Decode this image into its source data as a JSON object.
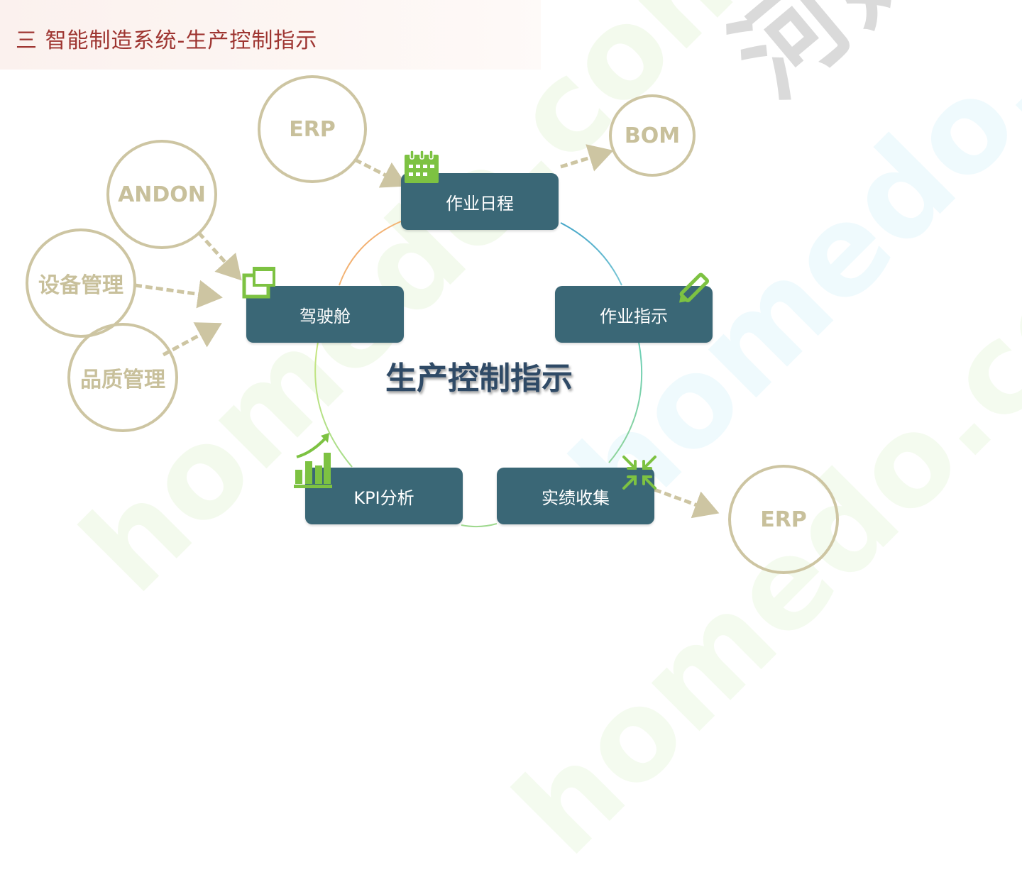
{
  "slide": {
    "title": "三 智能制造系统-生产控制指示"
  },
  "center": {
    "label": "生产控制指示"
  },
  "nodes": {
    "schedule": "作业日程",
    "instruction": "作业指示",
    "collection": "实绩收集",
    "kpi": "KPI分析",
    "cockpit": "驾驶舱"
  },
  "systems": {
    "erp_top": "ERP",
    "bom": "BOM",
    "andon": "ANDON",
    "equipment": "设备管理",
    "quality": "品质管理",
    "erp_bottom": "ERP"
  },
  "watermark": {
    "latin_1": "homedo.com",
    "latin_2": "homedo.com",
    "latin_3": "homedo.com",
    "chinese": "河姆"
  },
  "colors": {
    "node_fill": "#3a6776",
    "ring_border": "#cdc5a2",
    "ring_text": "#c8c09b",
    "icon_green": "#7dc242",
    "title_red": "#9e3531",
    "arrow": "#cdc5a2"
  },
  "icons": {
    "schedule": "calendar-icon",
    "instruction": "pencil-icon",
    "collection": "collapse-arrows-icon",
    "kpi": "bar-chart-icon",
    "cockpit": "windows-icon"
  }
}
